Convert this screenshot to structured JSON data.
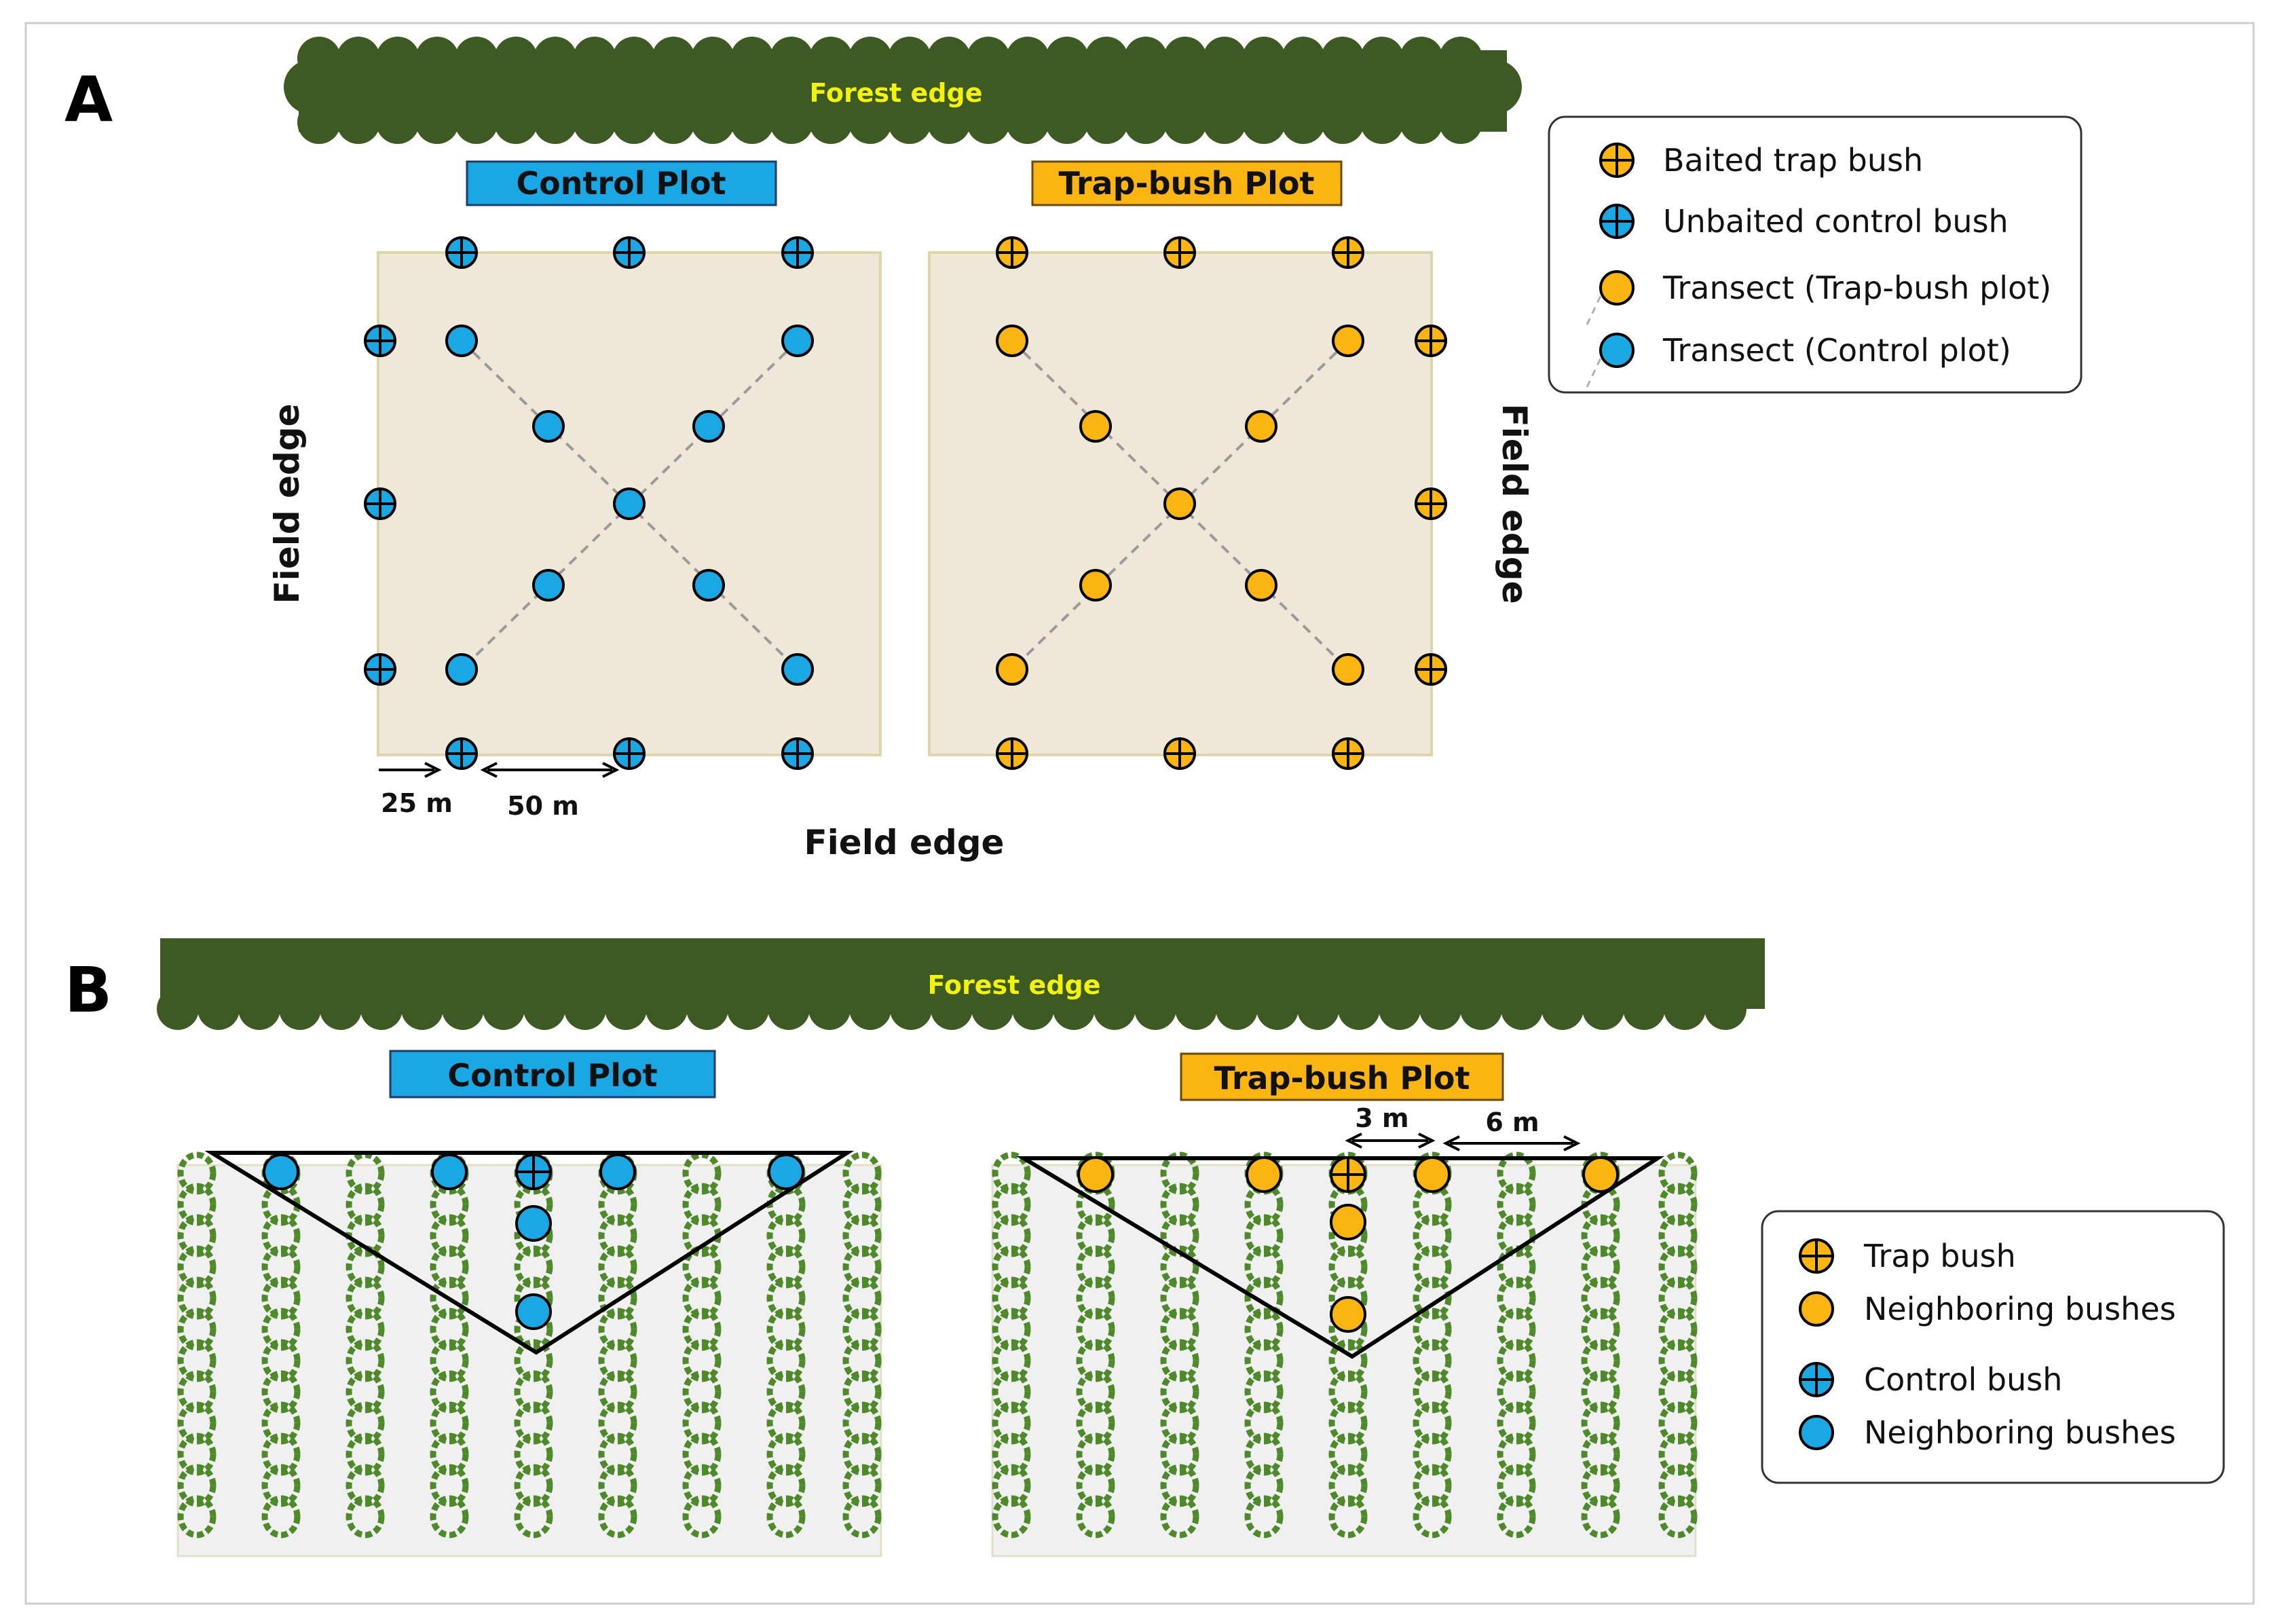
{
  "panel_a": {
    "letter": "A",
    "forest_label": "Forest edge",
    "control_label": "Control Plot",
    "trap_label": "Trap-bush Plot",
    "field_edge_left": "Field edge",
    "field_edge_right": "Field edge",
    "field_edge_bottom": "Field edge",
    "dist_25": "25 m",
    "dist_50": "50 m",
    "legend": [
      {
        "label": "Baited trap bush",
        "marker": "orange-cross"
      },
      {
        "label": "Unbaited control bush",
        "marker": "blue-cross"
      },
      {
        "label": "Transect (Trap-bush plot)",
        "marker": "orange-dot"
      },
      {
        "label": "Transect (Control plot)",
        "marker": "blue-dot"
      }
    ]
  },
  "panel_b": {
    "letter": "B",
    "forest_label": "Forest edge",
    "control_label": "Control Plot",
    "trap_label": "Trap-bush Plot",
    "dist_3": "3 m",
    "dist_6": "6 m",
    "legend": [
      {
        "label": "Trap bush",
        "marker": "orange-cross"
      },
      {
        "label": "Neighboring bushes",
        "marker": "orange-dot"
      },
      {
        "label": "Control bush",
        "marker": "blue-cross"
      },
      {
        "label": "Neighboring bushes",
        "marker": "blue-dot"
      }
    ]
  },
  "colors": {
    "forest": "#3d5a23",
    "forest_text": "#f2f20c",
    "blue": "#1aa8e4",
    "orange": "#fbb511",
    "plot_fill": "#efe8d8",
    "plot_border": "#dcd6a8",
    "row_fill": "#f0f0f0",
    "bush_stroke": "#4e8a2a"
  }
}
